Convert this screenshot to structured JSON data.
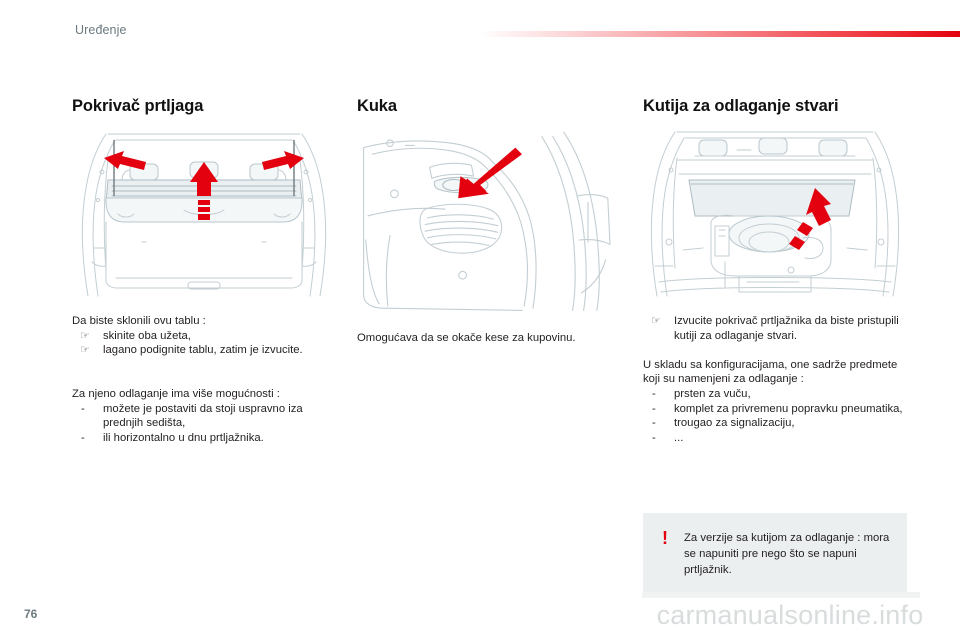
{
  "header": {
    "section_label": "Uređenje",
    "rule_color": "#e3000f"
  },
  "columns": [
    {
      "id": "pokrivac-prtljaga",
      "title": "Pokrivač prtljaga",
      "figure_name": "trunk-cover-illustration",
      "paragraph1": "Da biste sklonili ovu tablu :",
      "bullets1": [
        {
          "marker": "☞",
          "text": "skinite oba užeta,"
        },
        {
          "marker": "☞",
          "text": "lagano podignite tablu, zatim je izvucite."
        }
      ],
      "paragraph2": "Za njeno odlaganje ima više mogućnosti :",
      "bullets2": [
        {
          "marker": "-",
          "text": "možete je postaviti da stoji uspravno iza prednjih sedišta,"
        },
        {
          "marker": "-",
          "text": "ili horizontalno u dnu prtljažnika."
        }
      ]
    },
    {
      "id": "kuka",
      "title": "Kuka",
      "figure_name": "hook-illustration",
      "paragraph1": "Omogućava da se okače kese za kupovinu."
    },
    {
      "id": "kutija-za-odlaganje-stvari",
      "title": "Kutija za odlaganje stvari",
      "figure_name": "storage-box-illustration",
      "bullets1": [
        {
          "marker": "☞",
          "text": "Izvucite pokrivač prtljažnika da biste pristupili kutiji za odlaganje stvari."
        }
      ],
      "paragraph2": "U skladu sa konfiguracijama, one sadrže predmete koji su namenjeni za odlaganje :",
      "bullets2": [
        {
          "marker": "-",
          "text": "prsten za vuču,"
        },
        {
          "marker": "-",
          "text": "komplet za privremenu popravku pneumatika,"
        },
        {
          "marker": "-",
          "text": "trougao za signalizaciju,"
        },
        {
          "marker": "-",
          "text": "..."
        }
      ]
    }
  ],
  "warning": {
    "icon": "!",
    "icon_color": "#e3000f",
    "background": "#eceff0",
    "text": "Za verzije sa kutijom za odlaganje : mora se napuniti pre nego što se napuni prtljažnik."
  },
  "footer": {
    "page_number": "76",
    "watermark": "carmanualsonline.info"
  }
}
